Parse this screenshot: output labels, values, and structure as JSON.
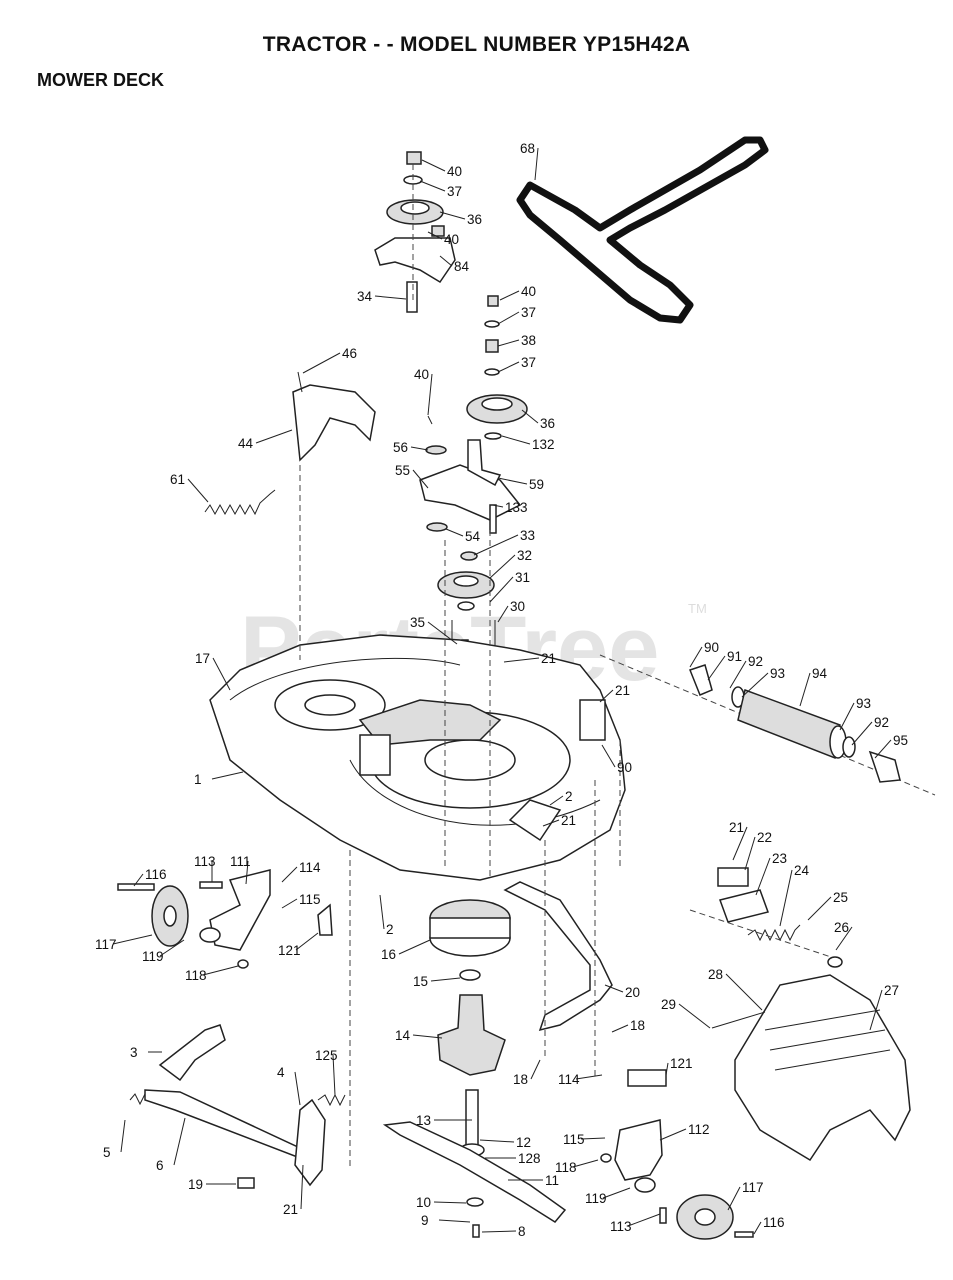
{
  "header": {
    "title": "TRACTOR - - MODEL NUMBER YP15H42A",
    "subtitle": "MOWER DECK"
  },
  "watermark": {
    "text": "PartsTree",
    "tm": "TM"
  },
  "callouts": [
    {
      "label": "40"
    },
    {
      "label": "37"
    },
    {
      "label": "36"
    },
    {
      "label": "40"
    },
    {
      "label": "84"
    },
    {
      "label": "34"
    },
    {
      "label": "68"
    },
    {
      "label": "40"
    },
    {
      "label": "37"
    },
    {
      "label": "38"
    },
    {
      "label": "37"
    },
    {
      "label": "36"
    },
    {
      "label": "132"
    },
    {
      "label": "46"
    },
    {
      "label": "44"
    },
    {
      "label": "40"
    },
    {
      "label": "56"
    },
    {
      "label": "55"
    },
    {
      "label": "59"
    },
    {
      "label": "61"
    },
    {
      "label": "133"
    },
    {
      "label": "54"
    },
    {
      "label": "33"
    },
    {
      "label": "32"
    },
    {
      "label": "31"
    },
    {
      "label": "30"
    },
    {
      "label": "35"
    },
    {
      "label": "21"
    },
    {
      "label": "17"
    },
    {
      "label": "21"
    },
    {
      "label": "90"
    },
    {
      "label": "91"
    },
    {
      "label": "92"
    },
    {
      "label": "93"
    },
    {
      "label": "94"
    },
    {
      "label": "93"
    },
    {
      "label": "92"
    },
    {
      "label": "95"
    },
    {
      "label": "1"
    },
    {
      "label": "90"
    },
    {
      "label": "2"
    },
    {
      "label": "21"
    },
    {
      "label": "21"
    },
    {
      "label": "22"
    },
    {
      "label": "23"
    },
    {
      "label": "24"
    },
    {
      "label": "25"
    },
    {
      "label": "26"
    },
    {
      "label": "113"
    },
    {
      "label": "111"
    },
    {
      "label": "114"
    },
    {
      "label": "116"
    },
    {
      "label": "115"
    },
    {
      "label": "117"
    },
    {
      "label": "119"
    },
    {
      "label": "121"
    },
    {
      "label": "118"
    },
    {
      "label": "2"
    },
    {
      "label": "16"
    },
    {
      "label": "15"
    },
    {
      "label": "20"
    },
    {
      "label": "27"
    },
    {
      "label": "28"
    },
    {
      "label": "29"
    },
    {
      "label": "14"
    },
    {
      "label": "18"
    },
    {
      "label": "18"
    },
    {
      "label": "114"
    },
    {
      "label": "121"
    },
    {
      "label": "3"
    },
    {
      "label": "125"
    },
    {
      "label": "4"
    },
    {
      "label": "5"
    },
    {
      "label": "6"
    },
    {
      "label": "13"
    },
    {
      "label": "12"
    },
    {
      "label": "128"
    },
    {
      "label": "11"
    },
    {
      "label": "115"
    },
    {
      "label": "112"
    },
    {
      "label": "118"
    },
    {
      "label": "119"
    },
    {
      "label": "117"
    },
    {
      "label": "19"
    },
    {
      "label": "21"
    },
    {
      "label": "10"
    },
    {
      "label": "9"
    },
    {
      "label": "8"
    },
    {
      "label": "113"
    },
    {
      "label": "116"
    }
  ]
}
